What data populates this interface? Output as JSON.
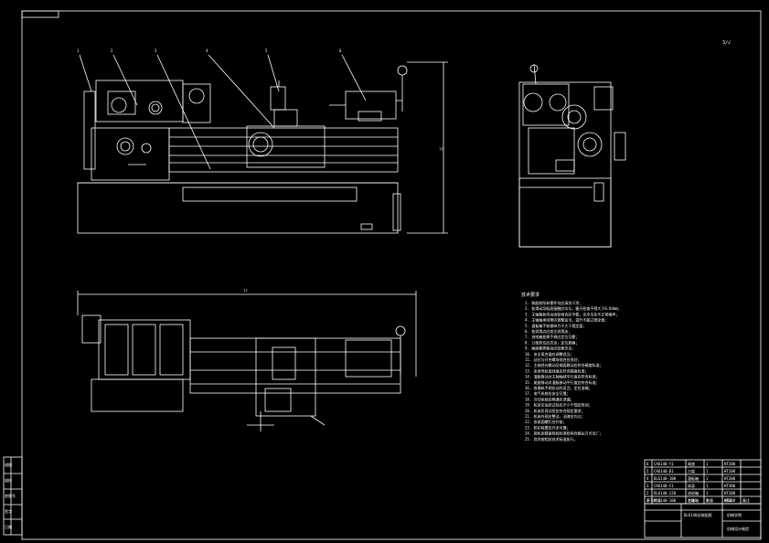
{
  "sheet": {
    "scale_mark": "3/√"
  },
  "balloons": [
    "1",
    "2",
    "3",
    "4",
    "5",
    "6"
  ],
  "dimensions": {
    "top_view_width": "??",
    "side_height": "??"
  },
  "tech_requirements": {
    "heading": "技术要求",
    "lines": [
      "1. 装配前所有零件均应清洗干净；",
      "2. 各滑动导轨面接触应均匀，塞尺检查不得大于0.04mm；",
      "3. 主轴箱各传动齿轮啮合应平稳，无冲击及不正常噪声；",
      "4. 主轴轴承间隙应调整适当，温升不超过规定值；",
      "5. 溜板箱手轮操纵力不大于规定值；",
      "6. 各润滑点应加注润滑油；",
      "7. 进给箱变换手柄应定位可靠；",
      "8. 刀架转位应灵活，定位准确；",
      "9. 尾座套筒移动应轻便灵活；",
      "10. 安全离合器应调整适当；",
      "11. 丝杠与开合螺母啮合应良好；",
      "12. 主轴径向跳动及端面跳动应符合精度标准；",
      "13. 床身导轨直线度应符合精度标准；",
      "14. 溜板移动对主轴轴线平行度应符合标准；",
      "15. 尾座移动对溜板移动平行度应符合标准；",
      "16. 各操纵手柄应动作灵活，定位准确；",
      "17. 电气系统应安全可靠；",
      "18. 冷却系统应畅通无泄漏；",
      "19. 机床空运转试验应不少于规定时间；",
      "20. 机床负荷试验应符合规定要求；",
      "21. 机床外观应整洁，油漆应均匀；",
      "22. 各紧固螺钉应拧紧；",
      "23. 防护装置应齐全可靠；",
      "24. 按机床精度检验标准检验合格后方可出厂；",
      "25. 其余按相关技术标准执行。"
    ]
  },
  "parts_list": {
    "rows": [
      [
        "6",
        "CA6140-Y1",
        "尾座",
        "1",
        "HT200"
      ],
      [
        "5",
        "CA6140-D1",
        "刀架",
        "1",
        "HT200"
      ],
      [
        "4",
        "DL6140-180",
        "溜板箱",
        "1",
        "HT200"
      ],
      [
        "3",
        "CA6140-C1",
        "床身",
        "1",
        "HT300"
      ],
      [
        "2",
        "DL6140-220",
        "进给箱",
        "1",
        "HT200"
      ],
      [
        "1",
        "DL6140-100",
        "主轴箱",
        "1",
        "HT200"
      ]
    ],
    "header": [
      "序号",
      "代号",
      "名称",
      "数量",
      "材料",
      "备注"
    ]
  },
  "title_block": {
    "drawing_title": "DL6140总装配图",
    "school": "机械学院",
    "dept": "机械设计制造"
  },
  "left_stamp": {
    "labels": [
      "描图",
      "描校",
      "底图号",
      "签字",
      "日期"
    ]
  }
}
